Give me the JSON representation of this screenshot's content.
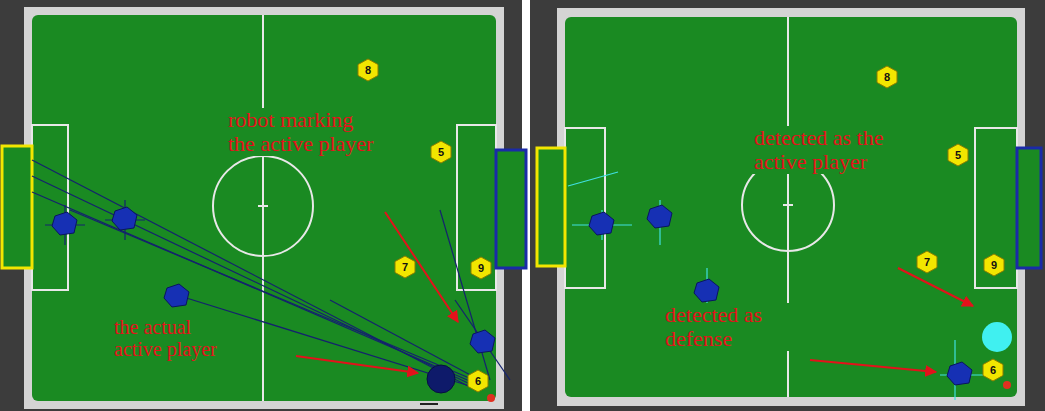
{
  "diagram": {
    "nodes": [
      {
        "text": [
          "8"
        ]
      },
      {
        "text": [
          "5"
        ]
      },
      {
        "text": [
          "7"
        ]
      },
      {
        "text": [
          "9"
        ]
      },
      {
        "text": [
          "6"
        ]
      },
      {
        "text": [
          "8"
        ]
      },
      {
        "text": [
          "5"
        ]
      },
      {
        "text": [
          "7"
        ]
      },
      {
        "text": [
          "9"
        ]
      },
      {
        "text": [
          "6"
        ]
      }
    ],
    "labels": [
      "robot marking the active player",
      "the actual active player",
      "detected as the active player",
      "detected as defense"
    ]
  }
}
